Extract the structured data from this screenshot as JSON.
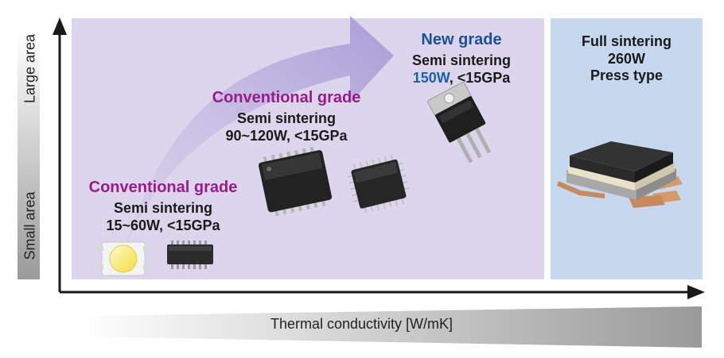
{
  "y_axis": {
    "top_label": "Large area",
    "bottom_label": "Small area"
  },
  "x_axis": {
    "label": "Thermal conductivity [W/mK]"
  },
  "groups": [
    {
      "grade": "Conventional grade",
      "line1": "Semi sintering",
      "line2": "15~60W,  <15GPa",
      "grade_color": "#9b1a87"
    },
    {
      "grade": "Conventional grade",
      "line1": "Semi sintering",
      "line2": "90~120W,  <15GPa",
      "grade_color": "#9b1a87"
    },
    {
      "grade": "New grade",
      "line1": "Semi sintering",
      "line2_accent": "150W",
      "line2_rest": ",  <15GPa",
      "grade_color": "#1b4f9c"
    }
  ],
  "full_sintering": {
    "line1": "Full sintering",
    "line2": "260W",
    "line3": "Press type"
  },
  "colors": {
    "left_panel": "#dcd6ec",
    "right_panel": "#c5d8ee",
    "arrow": "#b8acd9",
    "conventional": "#9b1a87",
    "new_grade": "#1b4f9c"
  },
  "icons": [
    "led-chip-icon",
    "soic-chip-icon",
    "qfn-chip-icon",
    "qfp-chip-icon",
    "to220-transistor-icon",
    "power-module-icon"
  ]
}
